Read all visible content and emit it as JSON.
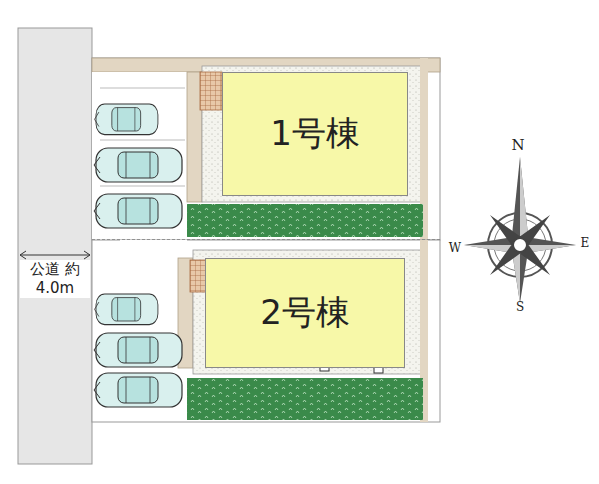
{
  "diagram": {
    "nodes": [
      {
        "text": [
          "1号棟"
        ]
      },
      {
        "text": [
          "2号棟"
        ]
      }
    ],
    "labels": [
      "公道 約4.0m",
      "N",
      "S",
      "W",
      "E"
    ]
  }
}
